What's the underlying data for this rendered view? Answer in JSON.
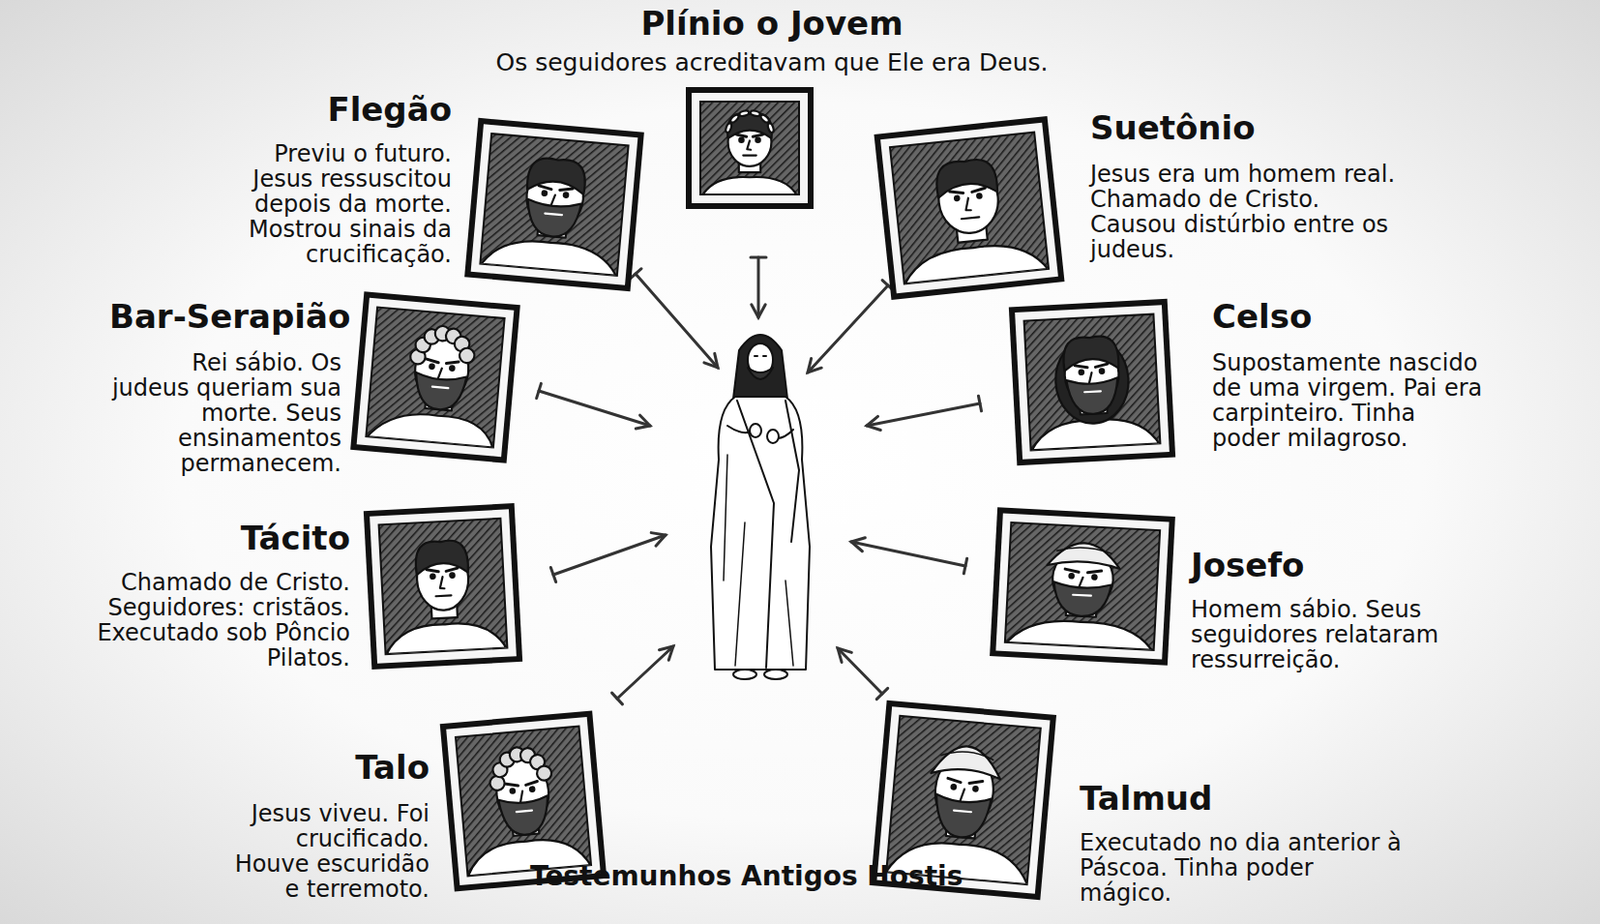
{
  "diagram": {
    "caption": "Testemunhos Antigos Hostis",
    "nodes": [
      {
        "text": [
          "Plínio o Jovem",
          "Os seguidores acreditavam que Ele era Deus."
        ]
      },
      {
        "text": [
          "Flegão",
          "Previu o futuro. Jesus ressuscitou depois da morte. Mostrou sinais da crucificação."
        ]
      },
      {
        "text": [
          "Suetônio",
          "Jesus era um homem real. Chamado de Cristo. Causou distúrbio entre os judeus."
        ]
      },
      {
        "text": [
          "Bar-Serapião",
          "Rei sábio. Os judeus queriam sua morte. Seus ensinamentos permanecem."
        ]
      },
      {
        "text": [
          "Celso",
          "Supostamente nascido de uma virgem. Pai era carpinteiro. Tinha poder milagroso."
        ]
      },
      {
        "text": [
          "Tácito",
          "Chamado de Cristo. Seguidores: cristãos. Executado sob Pôncio Pilatos."
        ]
      },
      {
        "text": [
          "Josefo",
          "Homem sábio. Seus seguidores relataram ressurreição."
        ]
      },
      {
        "text": [
          "Talo",
          "Jesus viveu. Foi crucificado. Houve escuridão e terremoto."
        ]
      },
      {
        "text": [
          "Talmud",
          "Executado no dia anterior à Páscoa. Tinha poder mágico."
        ]
      }
    ]
  }
}
